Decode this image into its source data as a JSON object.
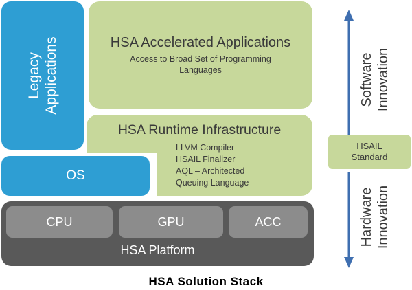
{
  "legacy": {
    "line1": "Legacy",
    "line2": "Applications"
  },
  "accelerated": {
    "title": "HSA Accelerated Applications",
    "subtitle": "Access to Broad Set of Programming Languages"
  },
  "runtime": {
    "title": "HSA Runtime Infrastructure",
    "items": [
      "LLVM Compiler",
      "HSAIL Finalizer",
      "AQL – Architected",
      "Queuing Language"
    ]
  },
  "os": {
    "label": "OS"
  },
  "platform": {
    "label": "HSA Platform",
    "chips": [
      "CPU",
      "GPU",
      "ACC"
    ]
  },
  "hsail": {
    "line1": "HSAIL",
    "line2": "Standard"
  },
  "software_innovation": {
    "line1": "Software",
    "line2": "Innovation"
  },
  "hardware_innovation": {
    "line1": "Hardware",
    "line2": "Innovation"
  },
  "caption": "HSA Solution Stack",
  "colors": {
    "blue": "#2e9ed3",
    "green": "#c7d89b",
    "dark": "#595959",
    "chip": "#8c8c8c",
    "arrow": "#3f6fb0"
  }
}
